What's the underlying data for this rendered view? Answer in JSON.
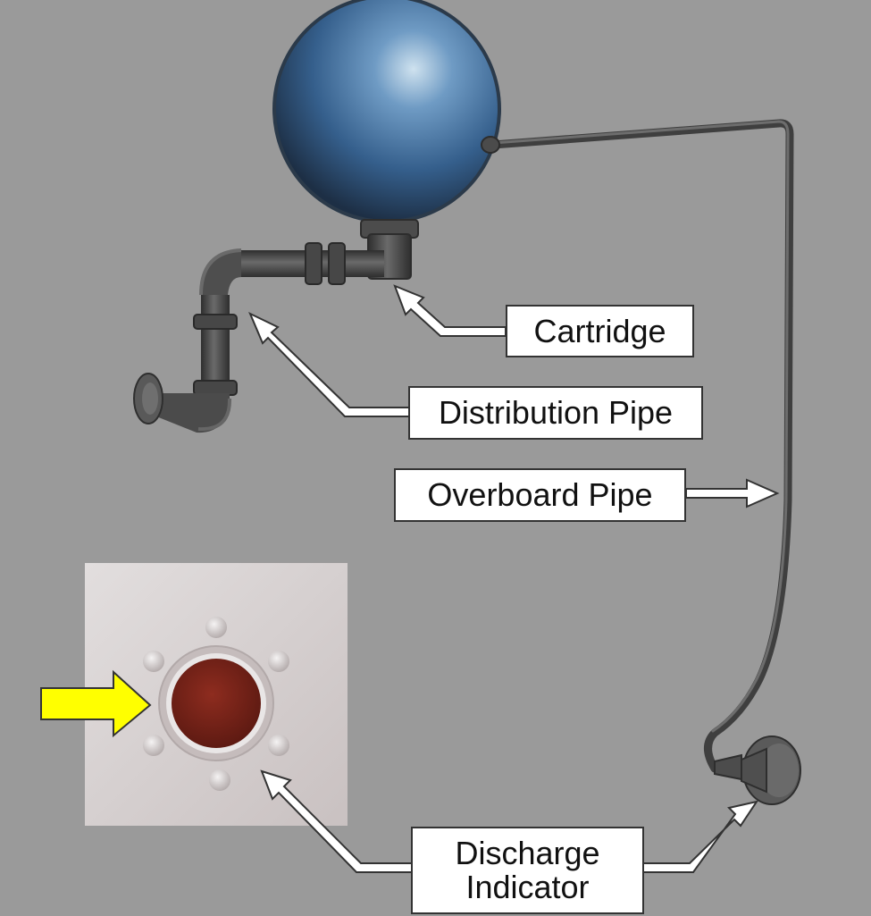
{
  "title": "Fire Suppression Cartridge Components",
  "labels": {
    "cartridge": "Cartridge",
    "distribution_pipe": "Distribution Pipe",
    "overboard_pipe": "Overboard Pipe",
    "discharge_line1": "Discharge",
    "discharge_line2": "Indicator"
  },
  "colors": {
    "background": "#9a9a9a",
    "cartridge": "#3f6d9c",
    "pipe": "#4a4a4a",
    "indicator_disc": "#7a2218",
    "plate": "#d9d3d3",
    "highlight_arrow": "#ffff00"
  }
}
